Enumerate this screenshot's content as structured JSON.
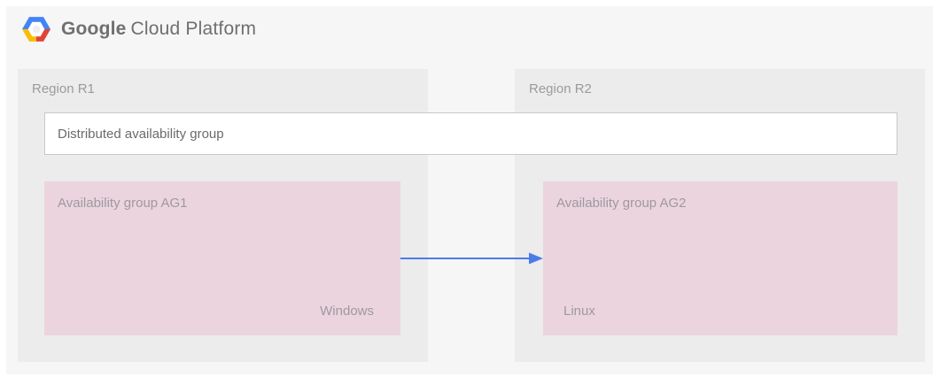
{
  "header": {
    "logo_icon": "gcp-hexagon-logo",
    "brand_bold": "Google",
    "brand_light": "Cloud Platform"
  },
  "regions": [
    {
      "label": "Region R1"
    },
    {
      "label": "Region R2"
    }
  ],
  "distributed_group": {
    "label": "Distributed availability group"
  },
  "availability_groups": [
    {
      "label": "Availability group AG1",
      "os": "Windows"
    },
    {
      "label": "Availability group AG2",
      "os": "Linux"
    }
  ],
  "arrow": {
    "direction": "left-to-right",
    "color": "#4a7ce9"
  },
  "colors": {
    "canvas_bg": "#ffffff",
    "panel_bg": "#f6f6f6",
    "region_bg": "#ececec",
    "group_bg": "#ecd4de",
    "box_border": "#c9c9c9",
    "text_gray": "#9b9b9b",
    "arrow_blue": "#4a7ce9",
    "logo_blue": "#4285f4",
    "logo_red": "#e34335",
    "logo_yellow": "#fbbc05"
  }
}
